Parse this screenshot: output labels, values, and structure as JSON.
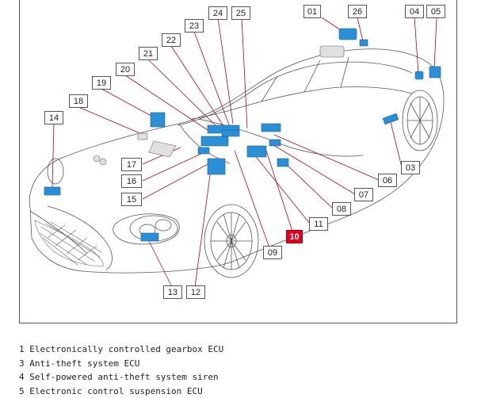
{
  "callouts": [
    {
      "id": "01",
      "highlight": false
    },
    {
      "id": "26",
      "highlight": false
    },
    {
      "id": "04",
      "highlight": false
    },
    {
      "id": "05",
      "highlight": false
    },
    {
      "id": "24",
      "highlight": false
    },
    {
      "id": "25",
      "highlight": false
    },
    {
      "id": "23",
      "highlight": false
    },
    {
      "id": "22",
      "highlight": false
    },
    {
      "id": "21",
      "highlight": false
    },
    {
      "id": "20",
      "highlight": false
    },
    {
      "id": "19",
      "highlight": false
    },
    {
      "id": "18",
      "highlight": false
    },
    {
      "id": "14",
      "highlight": false
    },
    {
      "id": "17",
      "highlight": false
    },
    {
      "id": "16",
      "highlight": false
    },
    {
      "id": "15",
      "highlight": false
    },
    {
      "id": "03",
      "highlight": false
    },
    {
      "id": "06",
      "highlight": false
    },
    {
      "id": "07",
      "highlight": false
    },
    {
      "id": "08",
      "highlight": false
    },
    {
      "id": "11",
      "highlight": false
    },
    {
      "id": "10",
      "highlight": true
    },
    {
      "id": "09",
      "highlight": false
    },
    {
      "id": "13",
      "highlight": false
    },
    {
      "id": "12",
      "highlight": false
    }
  ],
  "legend": [
    {
      "num": "1",
      "text": "Electronically controlled gearbox ECU"
    },
    {
      "num": "3",
      "text": "Anti-theft system ECU"
    },
    {
      "num": "4",
      "text": "Self-powered anti-theft system siren"
    },
    {
      "num": "5",
      "text": "Electronic control suspension ECU"
    }
  ],
  "colors": {
    "component": "#2b8fd6",
    "highlight": "#e0001a",
    "line": "#c0001a",
    "outline": "#444444"
  }
}
